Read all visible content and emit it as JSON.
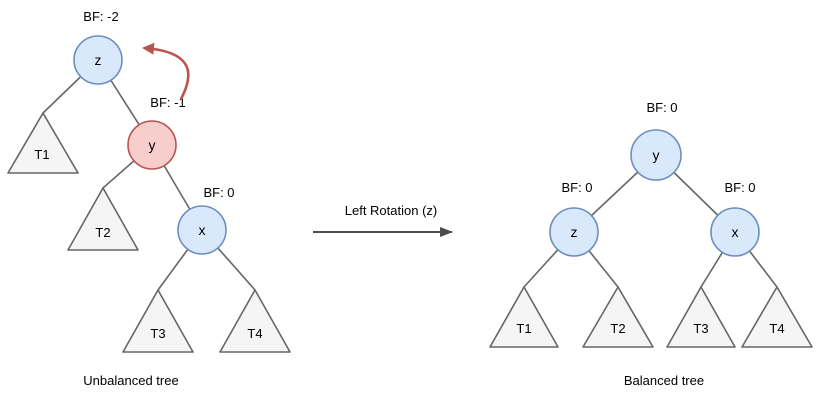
{
  "colors": {
    "background": "#ffffff",
    "blue_fill": "#dae8fc",
    "blue_stroke": "#6c8ebf",
    "red_fill": "#f8cecc",
    "red_stroke": "#b85450",
    "subtree_fill": "#f5f5f5",
    "subtree_stroke": "#666666",
    "edge": "#666666",
    "rotation_arrow": "#b85450",
    "transition_arrow": "#4d4d4d",
    "text": "#000000"
  },
  "unbalanced": {
    "caption": "Unbalanced tree",
    "nodes": {
      "z": {
        "label": "z",
        "bf": "BF: -2"
      },
      "y": {
        "label": "y",
        "bf": "BF: -1"
      },
      "x": {
        "label": "x",
        "bf": "BF: 0"
      }
    },
    "subtrees": {
      "t1": "T1",
      "t2": "T2",
      "t3": "T3",
      "t4": "T4"
    }
  },
  "transition": {
    "label": "Left Rotation (z)"
  },
  "balanced": {
    "caption": "Balanced tree",
    "nodes": {
      "y": {
        "label": "y",
        "bf": "BF: 0"
      },
      "z": {
        "label": "z",
        "bf": "BF: 0"
      },
      "x": {
        "label": "x",
        "bf": "BF: 0"
      }
    },
    "subtrees": {
      "t1": "T1",
      "t2": "T2",
      "t3": "T3",
      "t4": "T4"
    }
  }
}
